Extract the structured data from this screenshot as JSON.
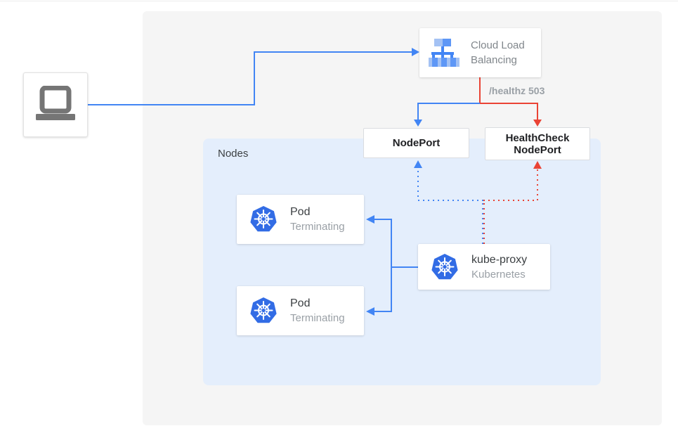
{
  "palette": {
    "blue": "#4285f4",
    "red": "#ea4335",
    "panel_bg": "#f5f5f5",
    "nodes_bg": "#e4eefc",
    "k8s_blue": "#326ce5",
    "gray_text": "#9aa0a6",
    "dark_text": "#3c4043",
    "icon_gray": "#757575"
  },
  "nodes_group": {
    "label": "Nodes"
  },
  "cards": {
    "client": {
      "icon": "laptop-icon"
    },
    "cloud_load_balancing": {
      "icon": "load-balancer-icon",
      "title_line1": "Cloud Load",
      "title_line2": "Balancing"
    },
    "node_port": {
      "label": "NodePort"
    },
    "healthcheck_node_port": {
      "label_line1": "HealthCheck",
      "label_line2": "NodePort"
    },
    "pod_1": {
      "icon": "kubernetes-icon",
      "title": "Pod",
      "subtitle": "Terminating"
    },
    "pod_2": {
      "icon": "kubernetes-icon",
      "title": "Pod",
      "subtitle": "Terminating"
    },
    "kube_proxy": {
      "icon": "kubernetes-icon",
      "title": "kube-proxy",
      "subtitle": "Kubernetes"
    }
  },
  "labels": {
    "healthz": "/healthz 503"
  },
  "edges": [
    {
      "name": "client-to-load-balancer",
      "style": "solid",
      "color": "#4285f4"
    },
    {
      "name": "load-balancer-to-nodeport",
      "style": "solid",
      "color": "#4285f4"
    },
    {
      "name": "load-balancer-to-healthcheck-nodeport",
      "style": "solid",
      "color": "#ea4335",
      "label": "/healthz 503"
    },
    {
      "name": "kube-proxy-to-nodeport",
      "style": "dotted",
      "color": "#4285f4"
    },
    {
      "name": "kube-proxy-to-healthcheck-nodeport",
      "style": "dotted",
      "color": "#ea4335"
    },
    {
      "name": "kube-proxy-to-pod-1",
      "style": "solid",
      "color": "#4285f4"
    },
    {
      "name": "kube-proxy-to-pod-2",
      "style": "solid",
      "color": "#4285f4"
    }
  ]
}
